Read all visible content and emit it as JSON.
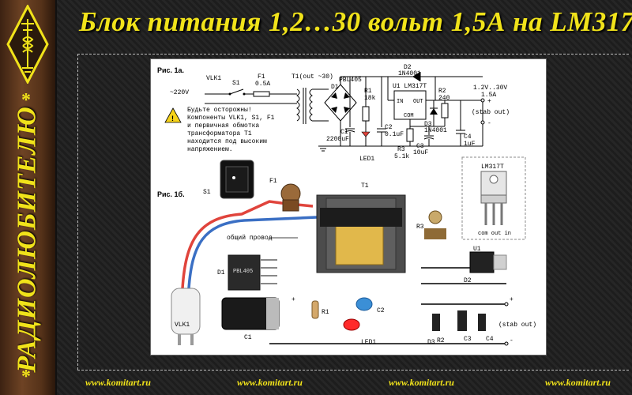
{
  "sidebar": {
    "site_name": "РАДИОЛЮБИТЕЛЮ",
    "asterisk": "*"
  },
  "title": "Блок питания  1,2…30 вольт   1,5А  на LM317.",
  "footer_links": [
    "www.komitart.ru",
    "www.komitart.ru",
    "www.komitart.ru",
    "www.komitart.ru"
  ],
  "colors": {
    "accent": "#f1e31a",
    "frame_wood": "#6e4324",
    "background": "#1d1d1d",
    "wire_red": "#e0443c",
    "wire_blue": "#3a6fc4"
  },
  "schematic": {
    "fig_a": "Рис. 1a.",
    "fig_b": "Рис. 1б.",
    "vlk1": "VLK1",
    "mains": "~220V",
    "s1": "S1",
    "f1": "F1",
    "f1_value": "0.5A",
    "t1": "T1(out ~30)",
    "d1_part": "PBL405",
    "d1": "D1",
    "d2": "D2",
    "d2_part": "1N4001",
    "r1": "R1",
    "r1_value": "18k",
    "r2": "R2",
    "r2_value": "240",
    "u1_label": "U1 LM317T",
    "pin_in": "IN",
    "pin_out": "OUT",
    "pin_com": "COM",
    "out_range": "1.2V..30V",
    "out_current": "1.5A",
    "stab_out": "(stab out)",
    "c1": "C1",
    "c1_value": "2200uF",
    "led1": "LED1",
    "c2": "C2",
    "c2_value": "0.1uF",
    "r3": "R3",
    "r3_value": "5.1k",
    "d3": "D3",
    "d3_part": "1N4001",
    "c3": "C3",
    "c3_value": "10uF",
    "c4": "C4",
    "c4_value": "1uF",
    "warning_lines": [
      "Будьте осторожны!",
      "Компоненты VLK1, S1, F1",
      "и первичная обмотка",
      "трансформатора Т1",
      "находится под высоким",
      "напряжением."
    ],
    "pinout_title": "LM317T",
    "pinout_pins": "com out  in",
    "common_wire": "общий провод",
    "plus": "+",
    "minus": "-"
  }
}
